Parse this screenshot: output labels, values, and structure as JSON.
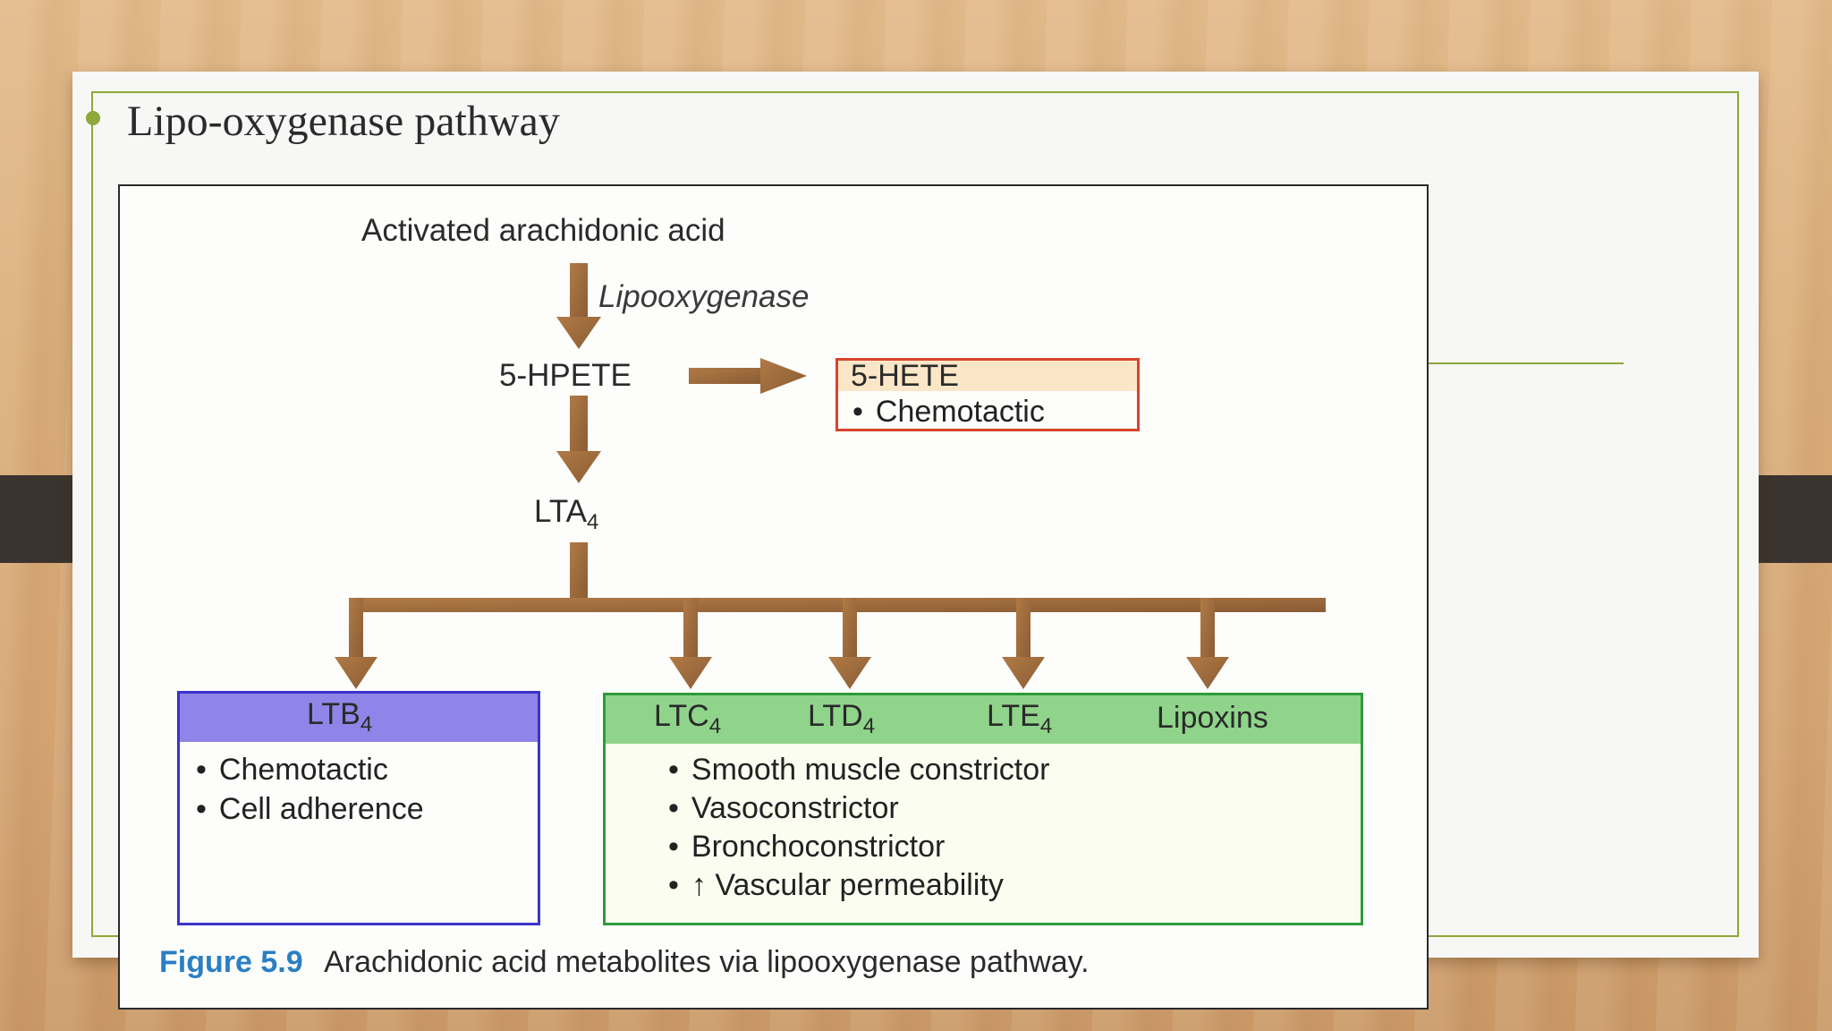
{
  "slide": {
    "title": "Lipo-oxygenase pathway"
  },
  "figure": {
    "top_label": "Activated arachidonic acid",
    "enzyme": "Lipooxygenase",
    "hpete": "5-HPETE",
    "hete_box": {
      "title": "5-HETE",
      "items": [
        "Chemotactic"
      ]
    },
    "lta": {
      "base": "LTA",
      "sub": "4"
    },
    "ltb_box": {
      "title_base": "LTB",
      "title_sub": "4",
      "items": [
        "Chemotactic",
        "Cell adherence"
      ]
    },
    "green_box": {
      "headers": [
        {
          "base": "LTC",
          "sub": "4"
        },
        {
          "base": "LTD",
          "sub": "4"
        },
        {
          "base": "LTE",
          "sub": "4"
        },
        {
          "base": "Lipoxins",
          "sub": ""
        }
      ],
      "items": [
        "Smooth muscle constrictor",
        "Vasoconstrictor",
        "Bronchoconstrictor",
        "↑ Vascular permeability"
      ]
    },
    "caption": {
      "number": "Figure 5.9",
      "text": "Arachidonic acid metabolites via lipooxygenase pathway."
    }
  },
  "colors": {
    "accent_green": "#8ea83a",
    "arrow_brown": "#9a6a3e",
    "hete_border": "#d9432c",
    "ltb_border": "#3b33c9",
    "ltb_header": "#8f85e8",
    "green_border": "#2f9a3c",
    "green_header": "#8fd48a",
    "caption_blue": "#2a7fc4"
  }
}
